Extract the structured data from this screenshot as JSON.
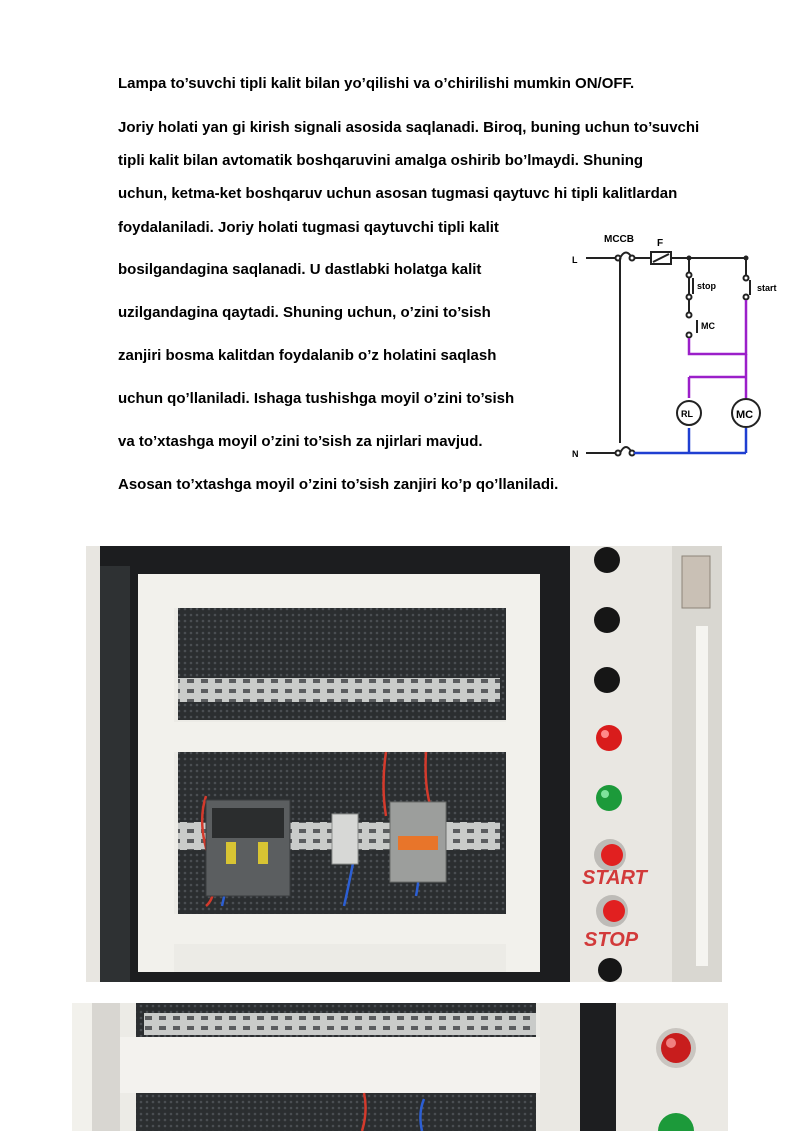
{
  "paragraphs": [
    "Lampa to’suvchi tipli kalit bilan yo’qilishi va o’chirilishi mumkin ON/OFF.",
    " Joriy holati yan gi kirish signali asosida saqlanadi. Biroq, buning uchun to’suvchi",
    "tipli kalit bilan avtomatik  boshqaruvini  amalga oshirib bo’lmaydi. Shuning",
    "uchun, ketma-ket boshqaruv uchun asosan tugmasi qaytuvc hi tipli kalitlardan",
    "foydalaniladi.  Joriy holati tugmasi qaytuvchi tipli kalit",
    "bosilgandagina saqlanadi. U dastlabki holatga kalit",
    "uzilgandagina qaytadi. Shuning uchun, o’zini to’sish",
    "zanjiri bosma kalitdan foydalanib o’z holatini saqlash",
    "uchun qo’llaniladi. Ishaga tushishga moyil o’zini to’sish",
    "va to’xtashga moyil o’zini to’sish za njirlari mavjud.",
    "Asosan to’xtashga moyil o’zini to’sish zanjiri ko’p qo’llaniladi."
  ],
  "diagram": {
    "mccb": "MCCB",
    "f": "F",
    "l": "L",
    "n": "N",
    "stop": "stop",
    "start": "start",
    "mc_contact": "MC",
    "rl": "RL",
    "mc_coil": "MC"
  },
  "photo": {
    "start_label": "START",
    "stop_label": "STOP"
  },
  "colors": {
    "purple": "#9b1fc9",
    "blue": "#1f3fd1",
    "red_lamp": "#d91c1c",
    "green_lamp": "#1c9a3a",
    "label_red": "#d23a3a"
  }
}
